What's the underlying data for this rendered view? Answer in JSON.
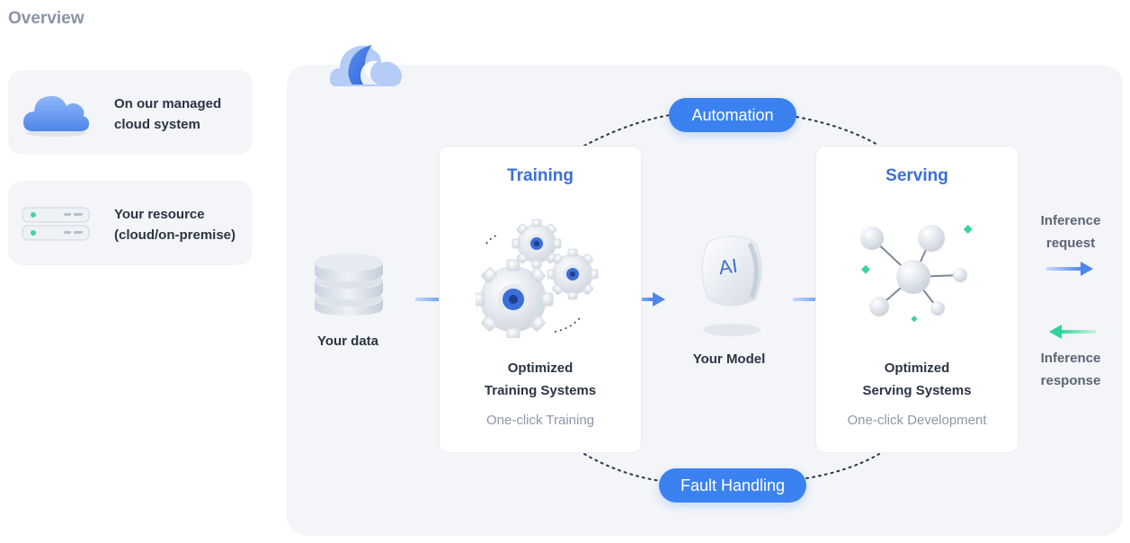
{
  "title": "Overview",
  "options": [
    {
      "line1": "On our managed",
      "line2": "cloud system",
      "icon": "cloud-icon"
    },
    {
      "line1": "Your resource",
      "line2": "(cloud/on-premise)",
      "icon": "server-icon"
    }
  ],
  "flow": {
    "data_label": "Your data",
    "model_label": "Your Model",
    "model_badge": "AI",
    "training": {
      "title": "Training",
      "line1": "Optimized",
      "line2": "Training Systems",
      "note": "One-click Training"
    },
    "serving": {
      "title": "Serving",
      "line1": "Optimized",
      "line2": "Serving Systems",
      "note": "One-click Development"
    },
    "automation": "Automation",
    "fault_handling": "Fault Handling",
    "inference_request": {
      "line1": "Inference",
      "line2": "request"
    },
    "inference_response": {
      "line1": "Inference",
      "line2": "response"
    }
  },
  "colors": {
    "accent": "#3b82f0",
    "title_blue": "#3d6fd6",
    "panel_bg": "#f3f5f8",
    "response_green": "#2fd49a"
  }
}
